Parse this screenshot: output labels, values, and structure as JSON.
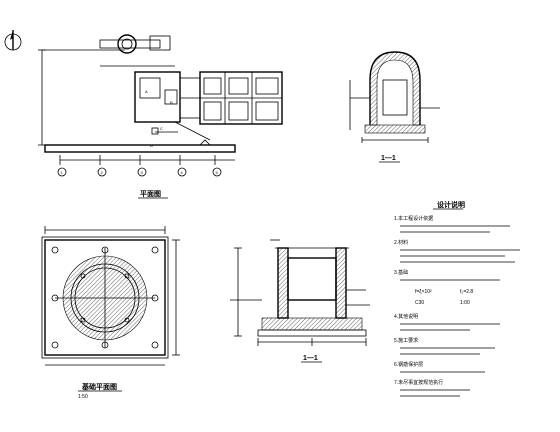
{
  "plan_view": {
    "title": "平面图",
    "labels": [
      "A",
      "B",
      "C",
      "D"
    ],
    "axis_marks": [
      "1",
      "2",
      "3",
      "4",
      "5"
    ]
  },
  "section_small": {
    "title": "1—1"
  },
  "foundation_plan": {
    "title": "基础平面图",
    "subtitle": "1:50"
  },
  "section_large": {
    "title": "1—1"
  },
  "design_notes": {
    "title": "设计说明",
    "items": [
      "1.本工程设计依据",
      "2.材料",
      "3.基础",
      "4.其他说明",
      "5.施工要求",
      "6.钢筋保护层",
      "7.未尽事宜按规范执行"
    ],
    "formulas": [
      "f=ξ×10²",
      "f₂=2.8",
      "C30",
      "1:00"
    ]
  },
  "colors": {
    "line": "#000000",
    "background": "#ffffff"
  }
}
